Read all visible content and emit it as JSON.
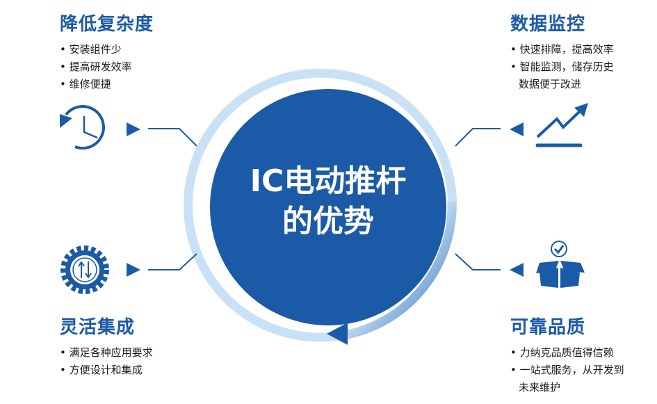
{
  "center": {
    "line1": "IC电动推杆",
    "line2": "的优势"
  },
  "top_left": {
    "title": "降低复杂度",
    "items": [
      "安装组件少",
      "提高研发效率",
      "维修便捷"
    ],
    "icon": "clock-history-icon"
  },
  "top_right": {
    "title": "数据监控",
    "items": [
      "快速排障，提高效率",
      "智能监测，储存历史",
      "数据便于改进"
    ],
    "icon": "trend-up-icon"
  },
  "bottom_left": {
    "title": "灵活集成",
    "items": [
      "满足各种应用要求",
      "方便设计和集成"
    ],
    "icon": "gear-arrows-icon"
  },
  "bottom_right": {
    "title": "可靠品质",
    "items": [
      "力纳克品质值得信赖",
      "一站式服务，从开发到",
      "未来维护"
    ],
    "icon": "box-check-icon"
  },
  "colors": {
    "primary": "#1b5aa6",
    "ring_light": "#c7e0f6"
  }
}
